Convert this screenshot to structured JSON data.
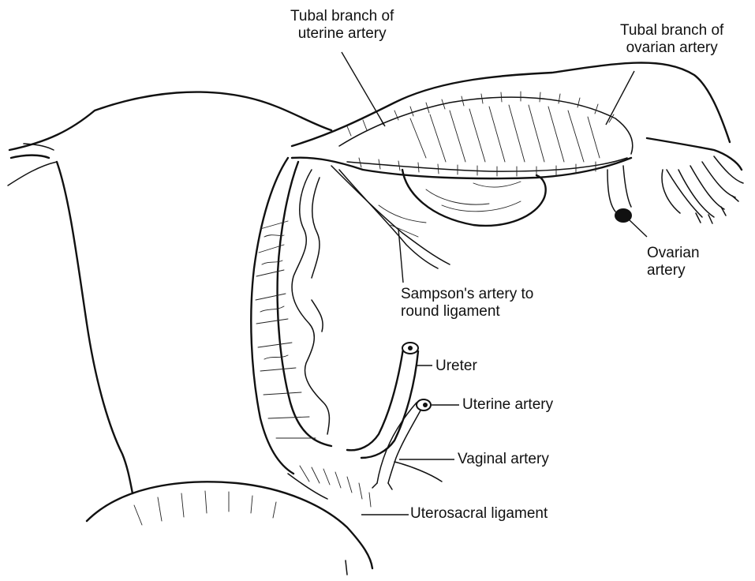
{
  "labels": {
    "tubal_uterine": [
      "Tubal branch of",
      "uterine artery"
    ],
    "tubal_ovarian": [
      "Tubal branch of",
      "ovarian artery"
    ],
    "ovarian_artery": [
      "Ovarian",
      "artery"
    ],
    "sampson": [
      "Sampson's artery to",
      "round ligament"
    ],
    "ureter": "Ureter",
    "uterine_artery": "Uterine artery",
    "vaginal_artery": "Vaginal artery",
    "uterosacral": "Uterosacral ligament"
  },
  "colors": {
    "ink": "#111111",
    "background": "#ffffff"
  }
}
